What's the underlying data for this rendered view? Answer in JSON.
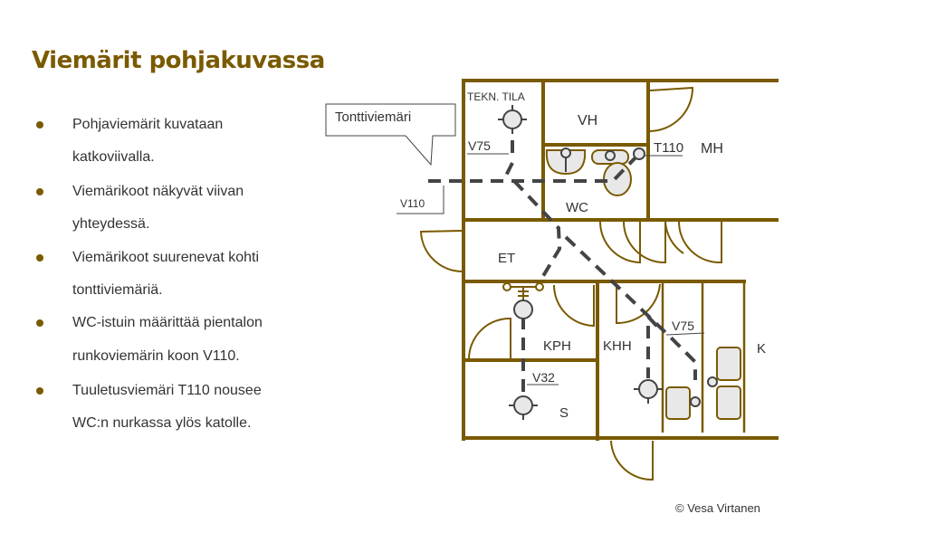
{
  "title": "Viemärit pohjakuvassa",
  "bullets": [
    {
      "line1": "Pohjaviemärit kuvataan",
      "line2": "katkoviivalla."
    },
    {
      "line1": "Viemärikoot näkyvät viivan",
      "line2": "yhteydessä."
    },
    {
      "line1": "Viemärikoot suurenevat kohti",
      "line2": "tonttiviemäriä."
    },
    {
      "line1": "WC-istuin määrittää pientalon",
      "line2": "runkoviemärin koon V110."
    },
    {
      "line1": "Tuuletusviemäri T110 nousee",
      "line2": "WC:n nurkassa ylös katolle."
    }
  ],
  "plan": {
    "callout": "Tonttiviemäri",
    "rooms": {
      "tekn": "TEKN. TILA",
      "vh": "VH",
      "wc": "WC",
      "mh": "MH",
      "et": "ET",
      "kph": "KPH",
      "khh": "KHH",
      "s": "S",
      "k": "K"
    },
    "pipes": {
      "v110": "V110",
      "v75a": "V75",
      "t110": "T110",
      "v75b": "V75",
      "v32": "V32"
    }
  },
  "copyright": "© Vesa Virtanen",
  "colors": {
    "wall": "#7a5a00",
    "pipe": "#444444",
    "accent": "#7a5a00"
  }
}
